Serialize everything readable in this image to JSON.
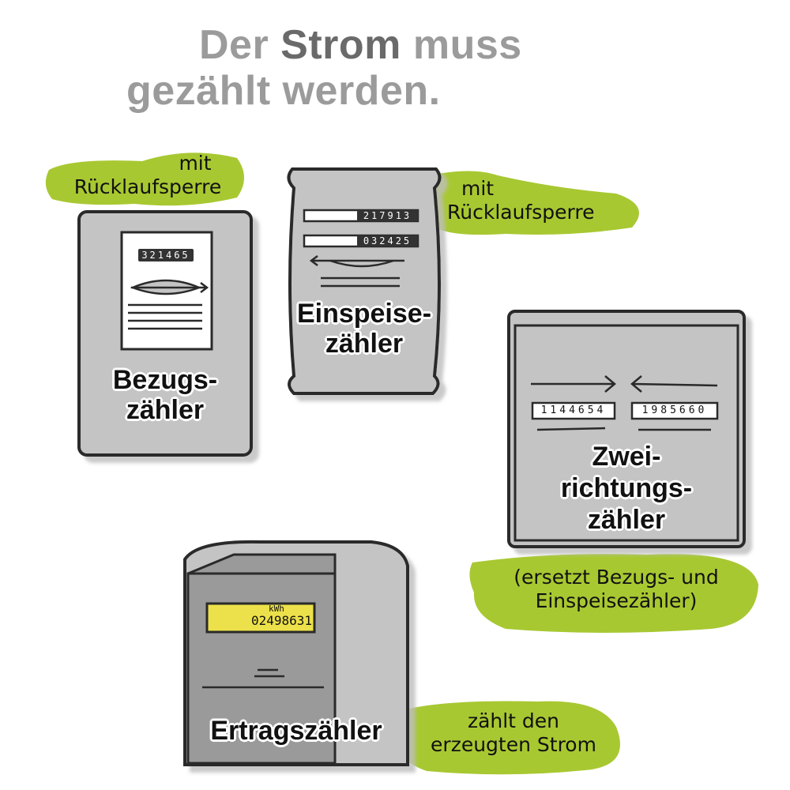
{
  "title": {
    "pre": "Der",
    "strong": "Strom",
    "post": "muss",
    "line2": "gezählt werden."
  },
  "meters": {
    "bezug": {
      "label_l1": "Bezugs-",
      "label_l2": "zähler",
      "counter": "321465"
    },
    "einspeise": {
      "label_l1": "Einspeise-",
      "label_l2": "zähler",
      "counter1": "217913",
      "counter2": "032425"
    },
    "zweirichtung": {
      "label_l1": "Zwei-",
      "label_l2": "richtungs-",
      "label_l3": "zähler",
      "counter_left": "1144654",
      "counter_right": "1985660"
    },
    "ertrag": {
      "label": "Ertragszähler",
      "lcd_unit": "kWh",
      "lcd_value": "02498631"
    }
  },
  "notes": {
    "bezug_note": {
      "l1": "mit",
      "l2": "Rücklaufsperre"
    },
    "einspeise_note": {
      "l1": "mit",
      "l2": "Rücklaufsperre"
    },
    "zweirichtung_note": {
      "l1": "(ersetzt Bezugs- und",
      "l2": "Einspeisezähler)"
    },
    "ertrag_note": {
      "l1": "zählt den",
      "l2": "erzeugten Strom"
    }
  },
  "colors": {
    "accent": "#a8c832",
    "meter_gray": "#c4c4c4",
    "outline": "#2a2a2a",
    "lcd": "#ece14a"
  }
}
